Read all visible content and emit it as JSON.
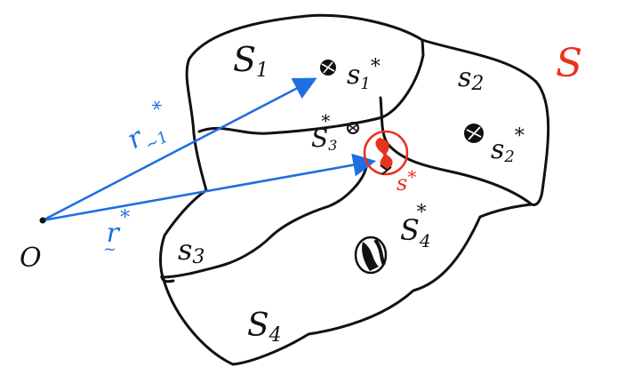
{
  "colors": {
    "ink": "#111111",
    "vector": "#1f6fe0",
    "highlight": "#e8321e",
    "background": "#ffffff"
  },
  "set_label": "S",
  "origin_label": "O",
  "regions": [
    {
      "name": "S1",
      "label": "S",
      "sub": "1"
    },
    {
      "name": "S2",
      "label": "s",
      "sub": "2"
    },
    {
      "name": "S3",
      "label": "s",
      "sub": "3"
    },
    {
      "name": "S4",
      "label": "S",
      "sub": "4"
    }
  ],
  "points": [
    {
      "name": "s1-star",
      "label": "s",
      "sub": "1",
      "sup": "*"
    },
    {
      "name": "s2-star",
      "label": "s",
      "sub": "2",
      "sup": "*"
    },
    {
      "name": "s3-star",
      "label": "S",
      "sub": "3",
      "sup": "*"
    },
    {
      "name": "s4-star",
      "label": "S",
      "sub": "4",
      "sup": "*"
    },
    {
      "name": "s-star",
      "label": "s",
      "sup": "*"
    }
  ],
  "vectors": [
    {
      "name": "r1-star",
      "label": "r",
      "sub": "~1",
      "sup": "*"
    },
    {
      "name": "r-star",
      "label": "r",
      "sub": "~",
      "sup": "*"
    }
  ]
}
